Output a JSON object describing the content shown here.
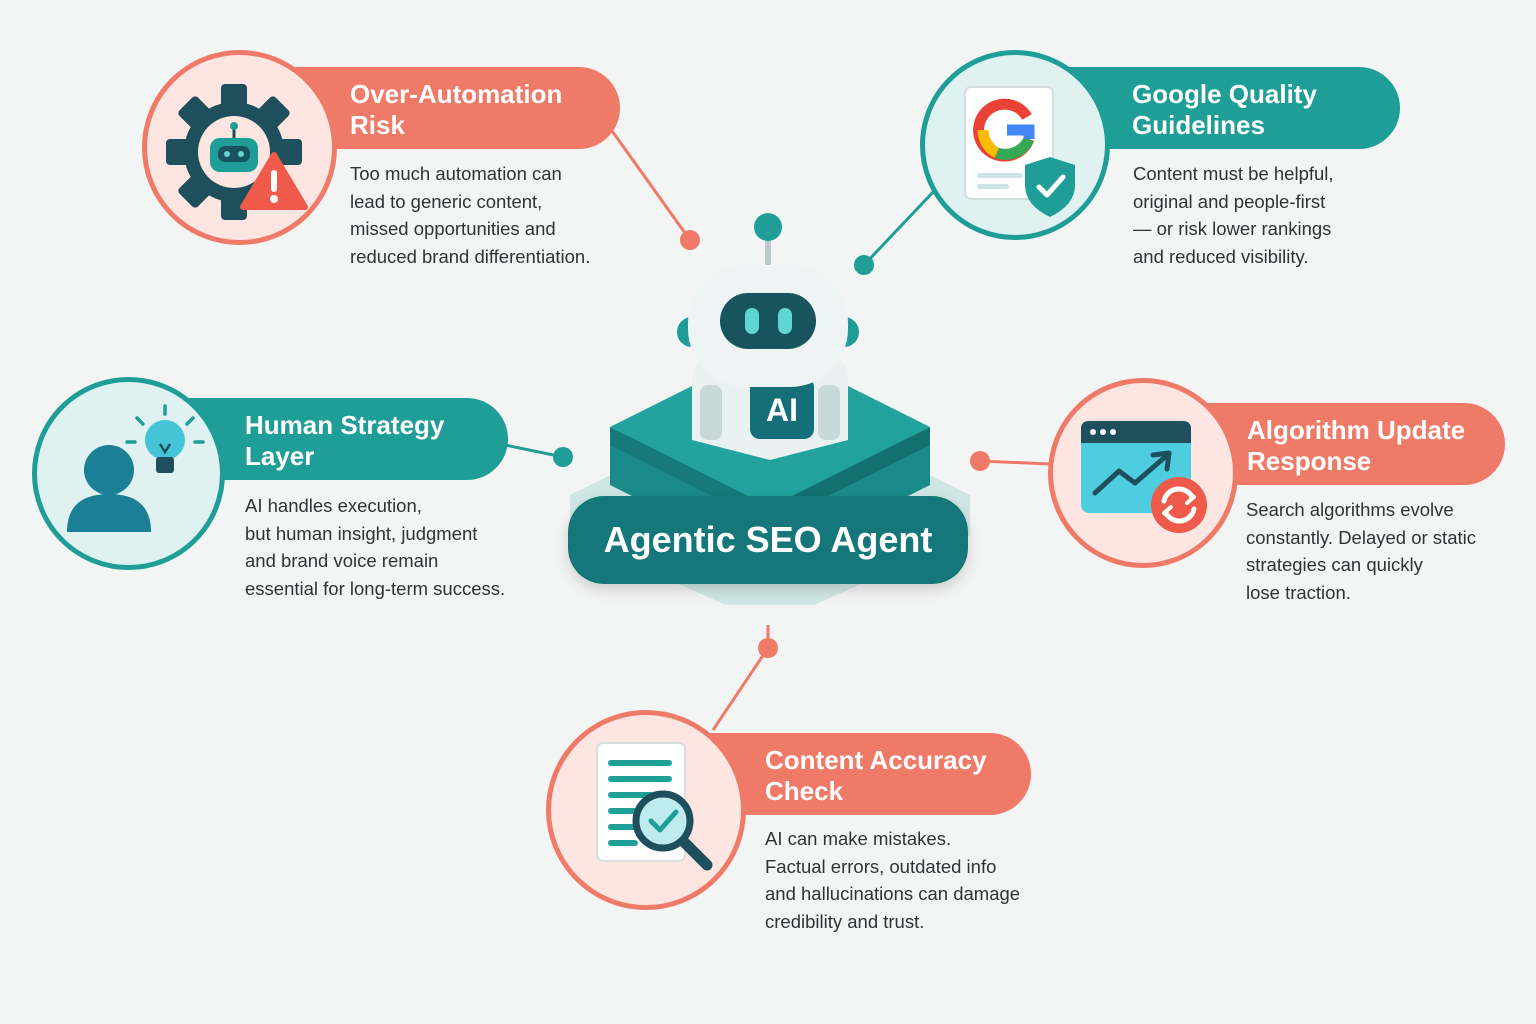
{
  "hub": {
    "title": "Agentic SEO Agent",
    "badge": "AI"
  },
  "colors": {
    "coral": "#ef7a68",
    "teal": "#1f9e98",
    "dark_teal": "#15777a",
    "background": "#f3f4f4"
  },
  "cards": [
    {
      "id": "over-automation",
      "accent": "coral",
      "icon": "robot-gear-warning-icon",
      "title_lines": [
        "Over-Automation",
        "Risk"
      ],
      "description": "Too much automation can\nlead to generic content,\nmissed opportunities and\nreduced brand differentiation."
    },
    {
      "id": "google-quality",
      "accent": "teal",
      "icon": "google-document-shield-icon",
      "title_lines": [
        "Google Quality",
        "Guidelines"
      ],
      "description": "Content must be helpful,\noriginal and people-first\n— or risk lower rankings\nand reduced visibility."
    },
    {
      "id": "human-strategy",
      "accent": "teal",
      "icon": "person-lightbulb-icon",
      "title_lines": [
        "Human Strategy",
        "Layer"
      ],
      "description": "AI handles execution,\nbut human insight, judgment\nand brand voice remain\nessential for long-term success."
    },
    {
      "id": "algorithm-update",
      "accent": "coral",
      "icon": "trend-chart-refresh-icon",
      "title_lines": [
        "Algorithm Update",
        "Response"
      ],
      "description": "Search algorithms evolve\nconstantly. Delayed or static\nstrategies can quickly\nlose traction."
    },
    {
      "id": "content-accuracy",
      "accent": "coral",
      "icon": "document-magnifier-check-icon",
      "title_lines": [
        "Content Accuracy",
        "Check"
      ],
      "description": "AI can make mistakes.\nFactual errors, outdated info\nand hallucinations can damage\ncredibility and trust."
    }
  ]
}
